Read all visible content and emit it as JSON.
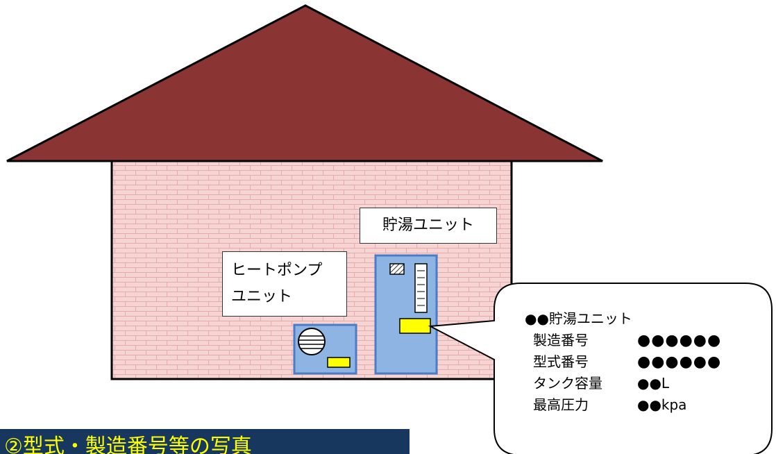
{
  "diagram": {
    "heat_pump_label": [
      "ヒートポンプ",
      "ユニット"
    ],
    "tank_label": "貯湯ユニット",
    "callout": {
      "title": "●●貯湯ユニット",
      "rows": [
        {
          "key": "製造番号",
          "value": "●●●●●●"
        },
        {
          "key": "型式番号",
          "value": "●●●●●●"
        },
        {
          "key": "タンク容量",
          "value": "●●L"
        },
        {
          "key": "最高圧力",
          "value": "●●kpa"
        }
      ]
    },
    "banner": "②型式・製造番号等の写真"
  },
  "colors": {
    "roof": "#8b3434",
    "wall": "#f6d4d4",
    "brick_line": "#e7aaaa",
    "unit_fill": "#8db4e2",
    "unit_border": "#4a7cc7",
    "nameplate": "#ffff00",
    "banner_bg": "#17375e",
    "banner_text": "#ffff00"
  }
}
